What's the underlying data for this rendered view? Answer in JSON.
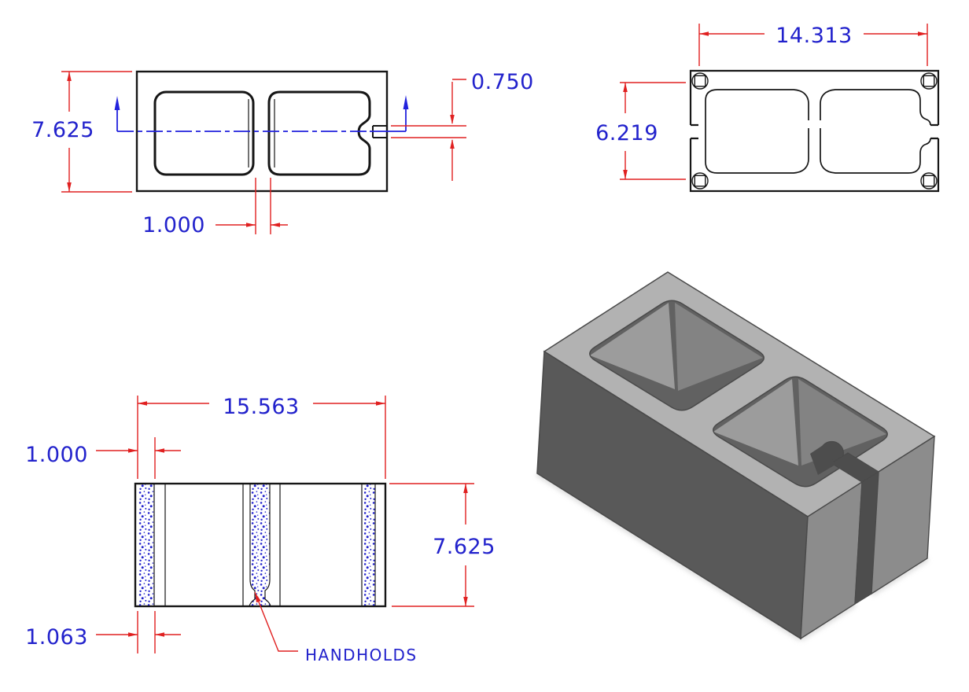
{
  "drawing": {
    "description": "engineering drawing of two-cell concrete masonry block, three orthographic views and one isometric view",
    "colors": {
      "paper": "#ffffff",
      "outline": "#161616",
      "dimension_line": "#e02020",
      "dimension_text": "#2222cc",
      "centerline": "#2222dd",
      "stipple": "#2323cc",
      "iso_top": "#b2b2b2",
      "iso_front": "#595959",
      "iso_end": "#8c8c8c",
      "iso_slot": "#4d4d4d",
      "iso_cavity": "#616161",
      "iso_wall_light": "#9c9c9c",
      "iso_wall_mid": "#838383",
      "iso_edge": "#4a4a4a",
      "shadow": "#c6c6c6"
    },
    "views": {
      "top_view": {
        "depth": "7.625",
        "web_width": "1.000",
        "end_slot_width": "0.750"
      },
      "bottom_view": {
        "pin_spacing_length": "14.313",
        "pin_spacing_depth": "6.219"
      },
      "side_view": {
        "length": "15.563",
        "end_shell_upper": "1.000",
        "end_shell_lower": "1.063",
        "height": "7.625",
        "callout": "HANDHOLDS"
      }
    }
  }
}
